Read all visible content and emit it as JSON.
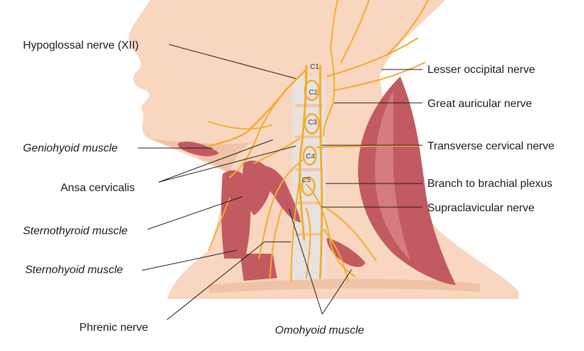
{
  "colors": {
    "skin": "#f8d6bf",
    "skin_shadow": "#f1c3a6",
    "muscle": "#c25a62",
    "muscle_light": "#dc8a8c",
    "nerve": "#f4ab2c",
    "vertebra": "#e8e2de",
    "text": "#1a1a1a"
  },
  "labels": {
    "hypoglossal": "Hypoglossal nerve (XII)",
    "geniohyoid": "Geniohyoid muscle",
    "ansa": "Ansa cervicalis",
    "sternothyroid": "Sternothyroid muscle",
    "sternohyoid": "Sternohyoid muscle",
    "phrenic": "Phrenic nerve",
    "omohyoid": "Omohyoid muscle",
    "lesser_occipital": "Lesser occipital nerve",
    "great_auricular": "Great auricular nerve",
    "transverse_cervical": "Transverse cervical nerve",
    "brachial": "Branch to brachial plexus",
    "supraclavicular": "Supraclavicular nerve"
  },
  "vertebra_labels": [
    "C1",
    "C2",
    "C3",
    "C4",
    "C5"
  ]
}
